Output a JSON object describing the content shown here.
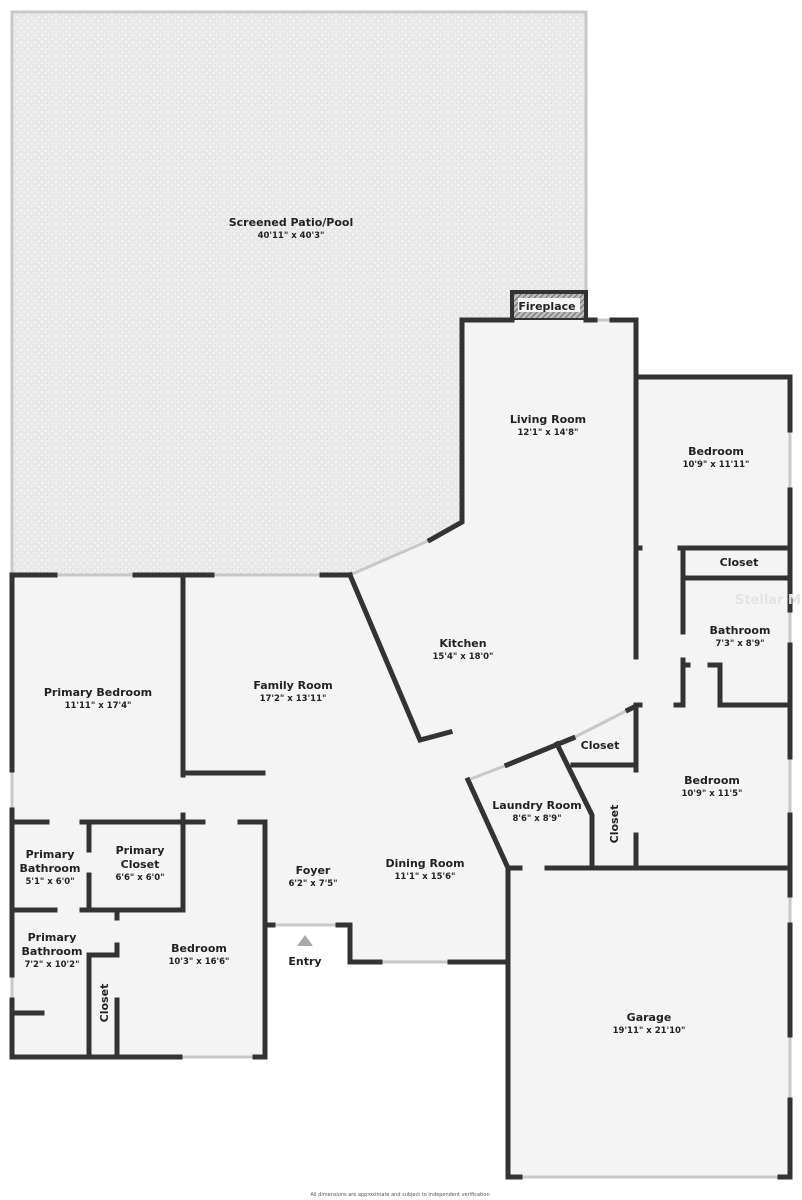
{
  "rooms": {
    "patio": {
      "name": "Screened Patio/Pool",
      "dims": "40'11\" x 40'3\""
    },
    "fireplace": {
      "name": "Fireplace"
    },
    "living": {
      "name": "Living Room",
      "dims": "12'1\" x 14'8\""
    },
    "bedroom_ne": {
      "name": "Bedroom",
      "dims": "10'9\" x 11'11\""
    },
    "closet_ne": {
      "name": "Closet"
    },
    "bathroom": {
      "name": "Bathroom",
      "dims": "7'3\" x 8'9\""
    },
    "kitchen": {
      "name": "Kitchen",
      "dims": "15'4\" x 18'0\""
    },
    "primary_bedroom": {
      "name": "Primary Bedroom",
      "dims": "11'11\" x 17'4\""
    },
    "family": {
      "name": "Family Room",
      "dims": "17'2\" x 13'11\""
    },
    "closet_mid": {
      "name": "Closet"
    },
    "bedroom_e": {
      "name": "Bedroom",
      "dims": "10'9\" x 11'5\""
    },
    "laundry": {
      "name": "Laundry Room",
      "dims": "8'6\" x 8'9\""
    },
    "closet_vert_e": {
      "name": "Closet"
    },
    "primary_bath_1": {
      "name1": "Primary",
      "name2": "Bathroom",
      "dims": "5'1\" x 6'0\""
    },
    "primary_closet": {
      "name1": "Primary",
      "name2": "Closet",
      "dims": "6'6\" x 6'0\""
    },
    "foyer": {
      "name": "Foyer",
      "dims": "6'2\" x 7'5\""
    },
    "dining": {
      "name": "Dining Room",
      "dims": "11'1\" x 15'6\""
    },
    "primary_bath_2": {
      "name1": "Primary",
      "name2": "Bathroom",
      "dims": "7'2\" x 10'2\""
    },
    "bedroom_sw": {
      "name": "Bedroom",
      "dims": "10'3\" x 16'6\""
    },
    "closet_sw": {
      "name": "Closet"
    },
    "entry": {
      "name": "Entry"
    },
    "garage": {
      "name": "Garage",
      "dims": "19'11\" x 21'10\""
    }
  },
  "watermark": "Stellar MLS",
  "footer_note": "All dimensions are approximate and subject to independent verification"
}
